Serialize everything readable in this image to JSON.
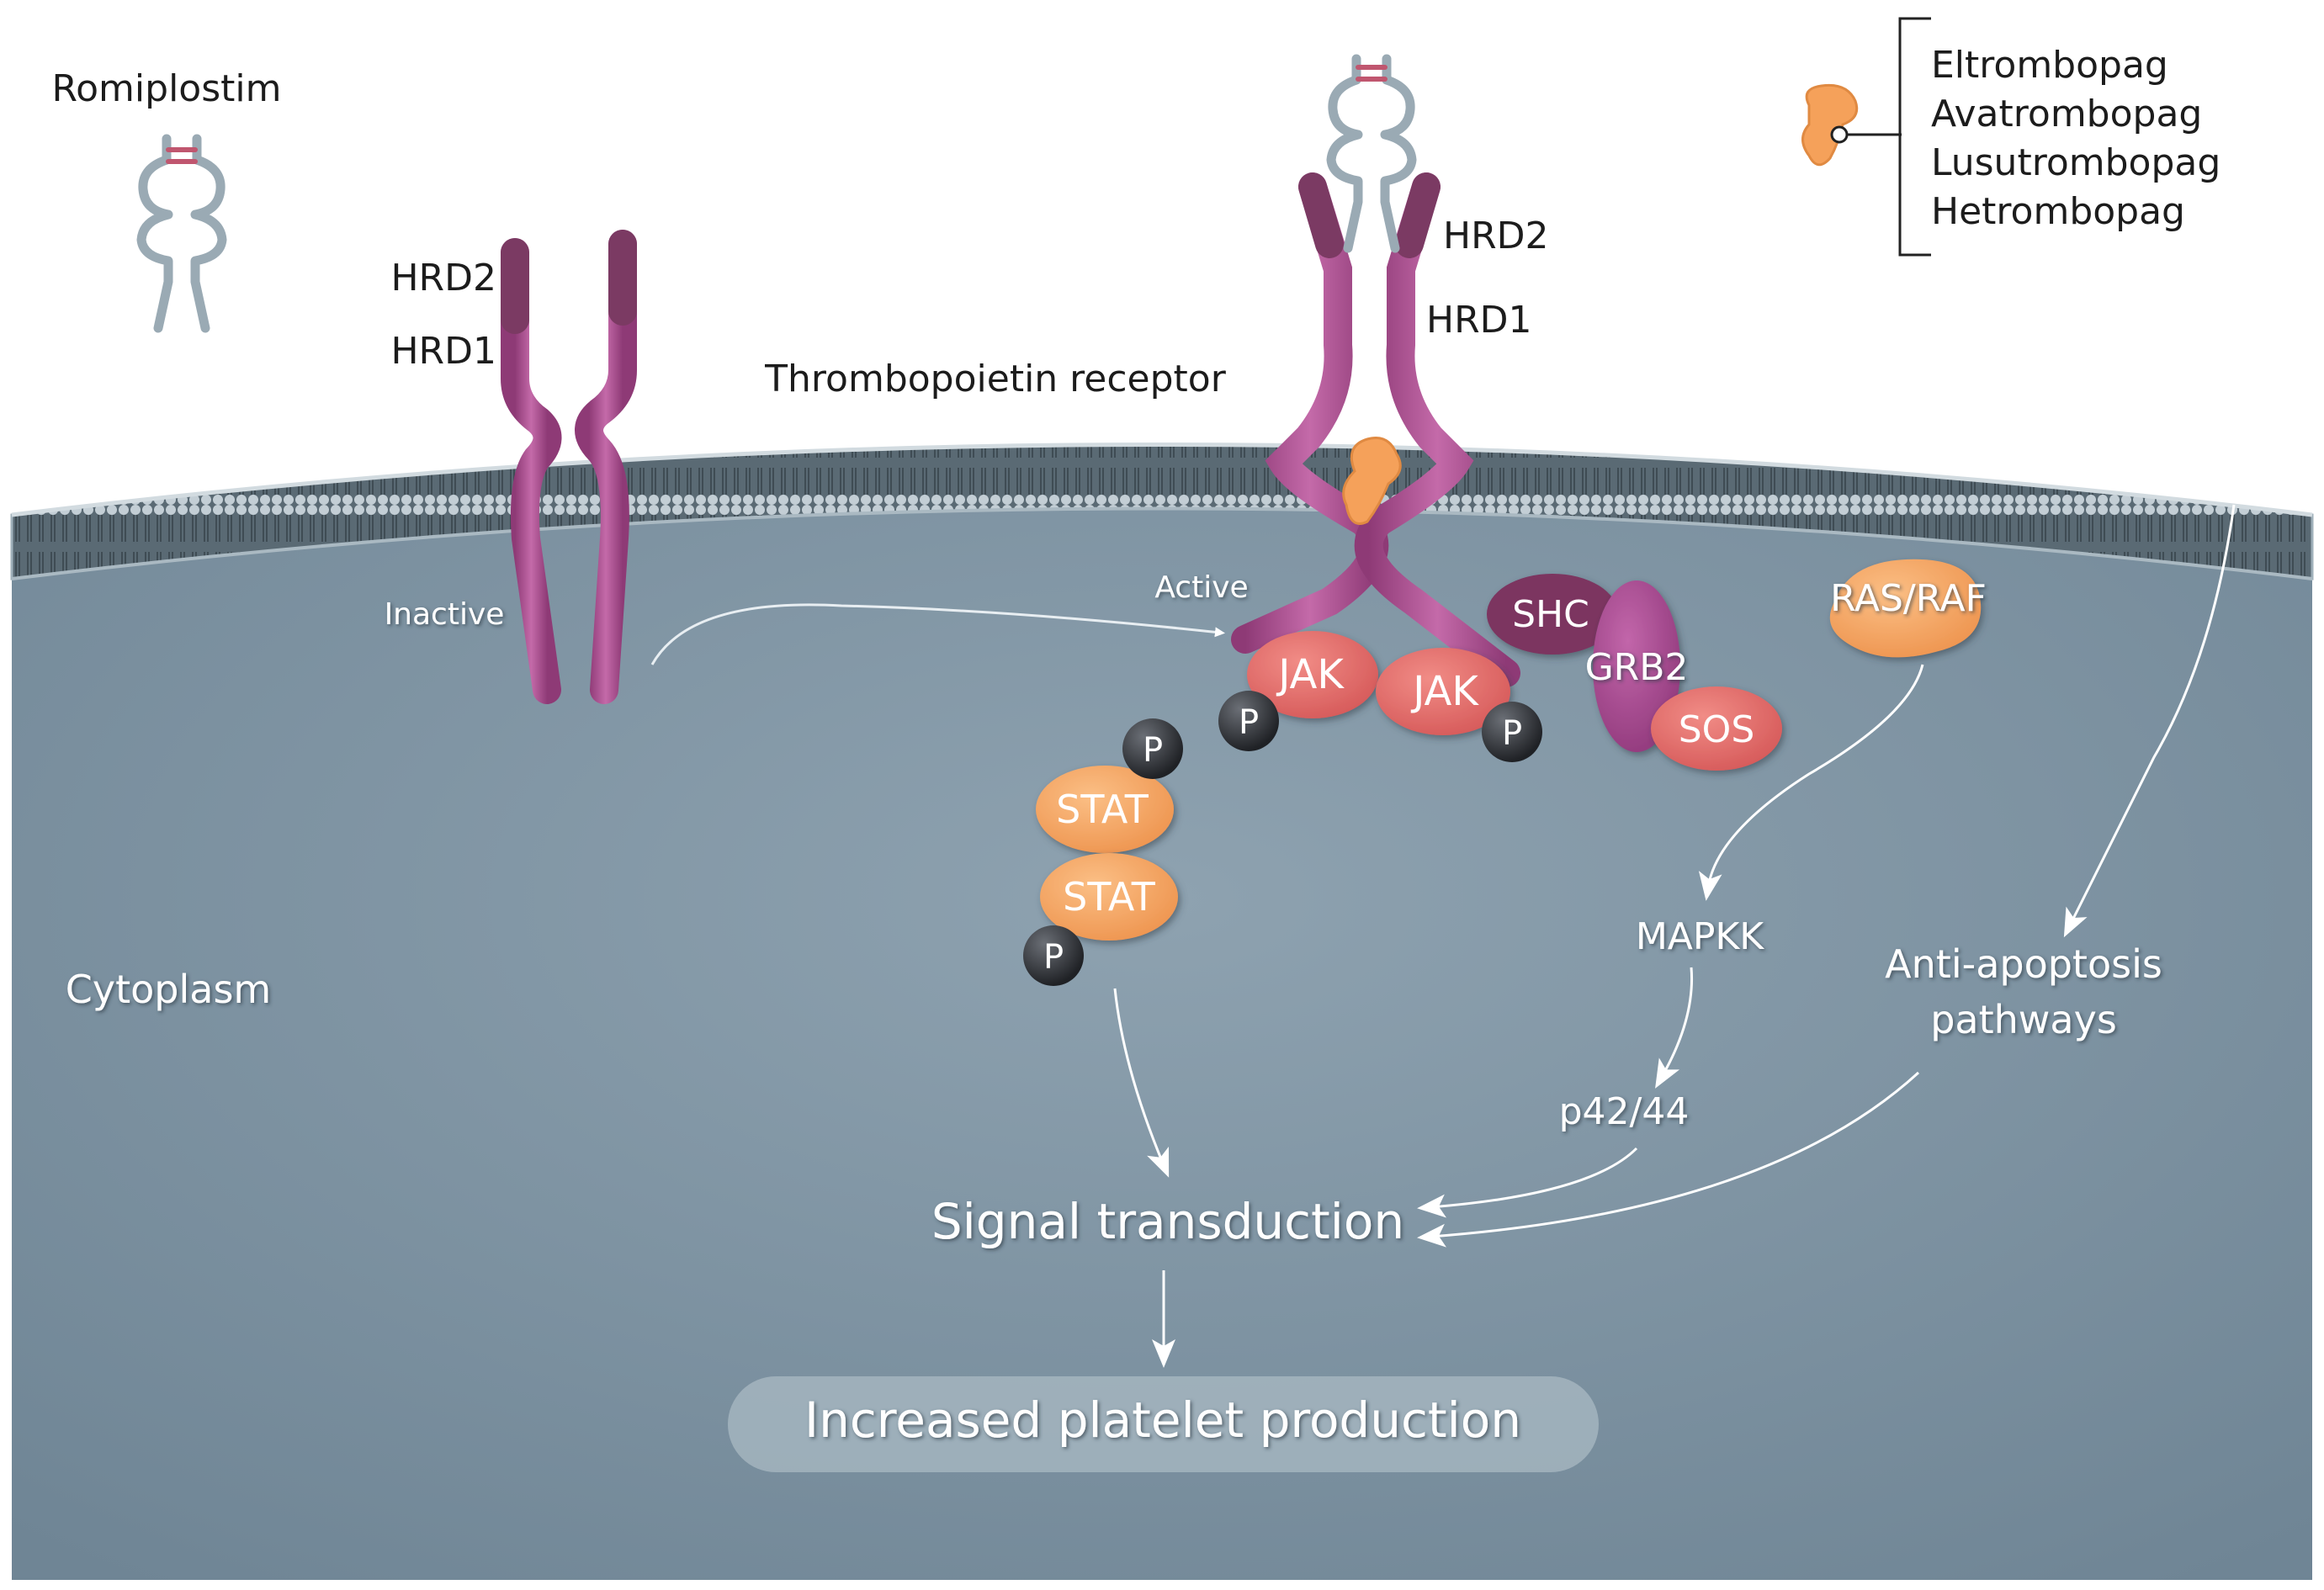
{
  "colors": {
    "cytoplasm": "#7f95a4",
    "membrane_head": "#b7c4cc",
    "membrane_tail": "#4e5d66",
    "receptor": "#a84c8f",
    "receptor_tip": "#7b3a63",
    "romiplostim": "#9aaab4",
    "romiplostim_link": "#c0566f",
    "small_molecule": "#f5a15a",
    "jak": "#e46c6c",
    "stat": "#f2a263",
    "phosphate": "#2a2c30",
    "shc": "#7c3460",
    "grb2": "#a54a8e",
    "sos": "#e46c6c",
    "ras_raf": "#f2a263",
    "arrow": "#ffffff"
  },
  "labels": {
    "romiplostim": "Romiplostim",
    "hrd2_left": "HRD2",
    "hrd1_left": "HRD1",
    "hrd2_right": "HRD2",
    "hrd1_right": "HRD1",
    "receptor_name": "Thrombopoietin receptor",
    "inactive": "Inactive",
    "active": "Active",
    "cytoplasm": "Cytoplasm",
    "drugs": [
      "Eltrombopag",
      "Avatrombopag",
      "Lusutrombopag",
      "Hetrombopag"
    ]
  },
  "proteins": {
    "jak_left": "JAK",
    "jak_right": "JAK",
    "shc": "SHC",
    "grb2": "GRB2",
    "sos": "SOS",
    "ras_raf": "RAS/RAF",
    "stat_top": "STAT",
    "stat_bottom": "STAT",
    "phosphate": "P"
  },
  "pathway": {
    "mapkk": "MAPKK",
    "p42_44": "p42/44",
    "anti_apoptosis_line1": "Anti-apoptosis",
    "anti_apoptosis_line2": "pathways",
    "signal_transduction": "Signal transduction",
    "outcome": "Increased platelet production"
  }
}
